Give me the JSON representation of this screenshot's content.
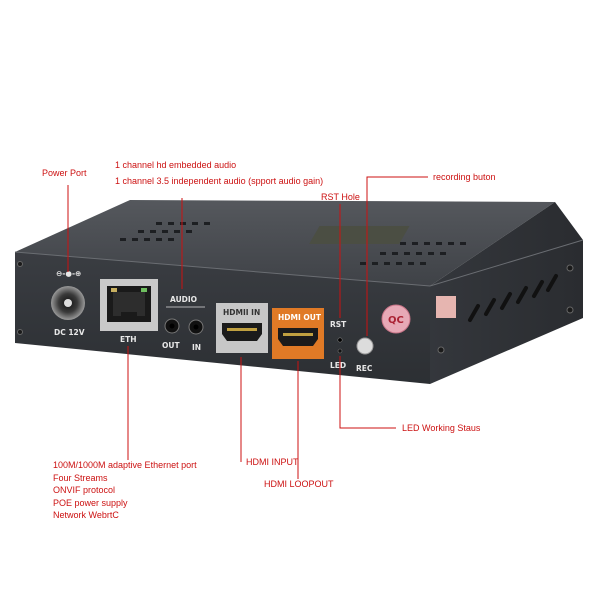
{
  "callouts": {
    "power_port": "Power Port",
    "audio": [
      "1 channel hd embedded audio",
      "1 channel 3.5 independent audio (spport audio gain)"
    ],
    "rst_hole": "RST Hole",
    "recording_button": "recording buton",
    "led_status": "LED Working Staus",
    "hdmi_input": "HDMI INPUT",
    "hdmi_loopout": "HDMI LOOPOUT",
    "ethernet": [
      "100M/1000M adaptive Ethernet port",
      "Four Streams",
      "ONVIF protocol",
      "POE power supply",
      "Network WebrtC"
    ]
  },
  "device_labels": {
    "dc": "DC 12V",
    "eth": "ETH",
    "audio": "AUDIO",
    "out": "OUT",
    "in": "IN",
    "hdmi_in": "HDMII IN",
    "hdmi_out": "HDMI OUT",
    "rst": "RST",
    "led": "LED",
    "rec": "REC"
  },
  "colors": {
    "callout_red": "#cc1111",
    "case_dark": "#3a3d42",
    "hdmi_out_orange": "#e07a26"
  }
}
